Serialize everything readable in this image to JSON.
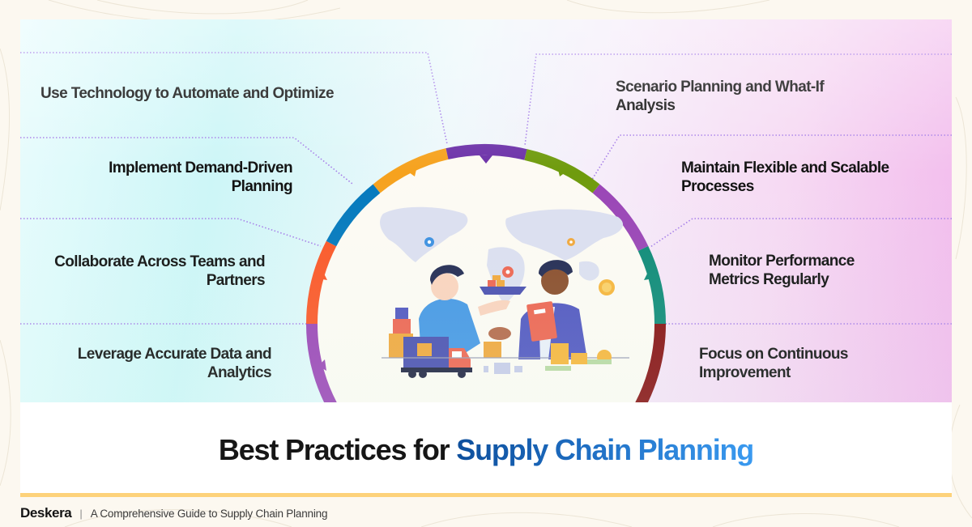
{
  "title": {
    "prefix": "Best Practices for ",
    "accent": "Supply Chain Planning"
  },
  "footer": {
    "brand": "Deskera",
    "separator": "|",
    "subtitle": "A Comprehensive Guide to Supply Chain Planning"
  },
  "practices": {
    "left": [
      {
        "line1": "Use Technology to Automate and Optimize",
        "line2": ""
      },
      {
        "line1": "Implement Demand-Driven",
        "line2": "Planning"
      },
      {
        "line1": "Collaborate Across Teams and",
        "line2": "Partners"
      },
      {
        "line1": "Leverage Accurate Data and",
        "line2": "Analytics"
      }
    ],
    "right": [
      {
        "line1": "Scenario Planning and What-If",
        "line2": "Analysis"
      },
      {
        "line1": "Maintain Flexible and Scalable",
        "line2": "Processes"
      },
      {
        "line1": "Monitor Performance",
        "line2": "Metrics Regularly"
      },
      {
        "line1": "Focus on Continuous",
        "line2": "Improvement"
      }
    ]
  },
  "wheel": {
    "segment_colors": [
      "#9b45b6",
      "#fb5727",
      "#0479bd",
      "#f6a21e",
      "#6c31a8",
      "#6f9b0d",
      "#9a45b6",
      "#0e8a77",
      "#870f10"
    ],
    "connector_color": "#a57ce8",
    "center_fill": "#fdfaf3"
  },
  "colors": {
    "background": "#fcf8f0",
    "title_text": "#161616",
    "accent_start": "#0d4f9c",
    "accent_end": "#3a9af0",
    "yellow_bar": "#fdd27a"
  },
  "illustration": {
    "description": "two businessmen shaking hands in front of world map with delivery truck, cargo ship, boxes and coins"
  }
}
